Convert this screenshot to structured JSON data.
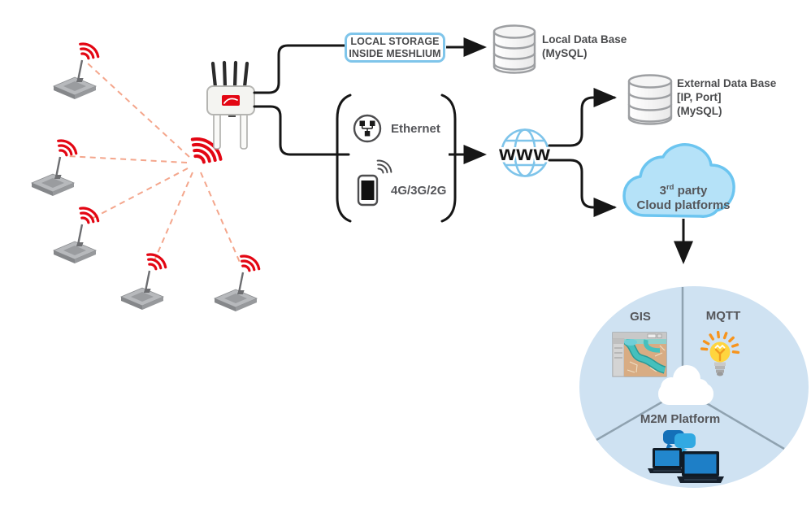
{
  "diagram": {
    "local_storage_box": {
      "line1": "LOCAL STORAGE",
      "line2": "INSIDE MESHLIUM"
    },
    "local_db": {
      "line1": "Local Data Base",
      "line2": "(MySQL)"
    },
    "external_db": {
      "line1": "External Data Base",
      "line2": "[IP, Port]",
      "line3": "(MySQL)"
    },
    "connectivity": {
      "ethernet": "Ethernet",
      "cellular": "4G/3G/2G"
    },
    "internet": {
      "label": "www"
    },
    "third_party_cloud": {
      "number": "3",
      "ordinal": "rd",
      "suffix": " party",
      "line2": "Cloud platforms"
    },
    "platform_circle": {
      "gis": "GIS",
      "mqtt": "MQTT",
      "m2m": "M2M Platform"
    }
  },
  "icons": {
    "sensor": "wireless-sensor-node-icon",
    "gateway": "meshlium-gateway-icon",
    "ethernet": "ethernet-port-icon",
    "cellular": "mobile-phone-signal-icon",
    "internet": "www-globe-icon",
    "database": "database-cylinder-icon",
    "cloud": "cloud-icon",
    "gis": "map-window-icon",
    "mqtt": "light-bulb-icon",
    "m2m": "laptops-chat-icon"
  },
  "colors": {
    "signal_red": "#e30613",
    "dashed_link": "#f4a68c",
    "accent_blue": "#7fc5ea",
    "cloud_fill": "#b5e2f8",
    "cloud_stroke": "#6cc5f0",
    "circle_fill": "#cfe2f2",
    "divider_gray": "#8fa2b0",
    "text_gray": "#55565a",
    "laptop_blue": "#1e7fc7",
    "bulb_yellow": "#ffd53e",
    "ray_orange": "#f7941d"
  }
}
